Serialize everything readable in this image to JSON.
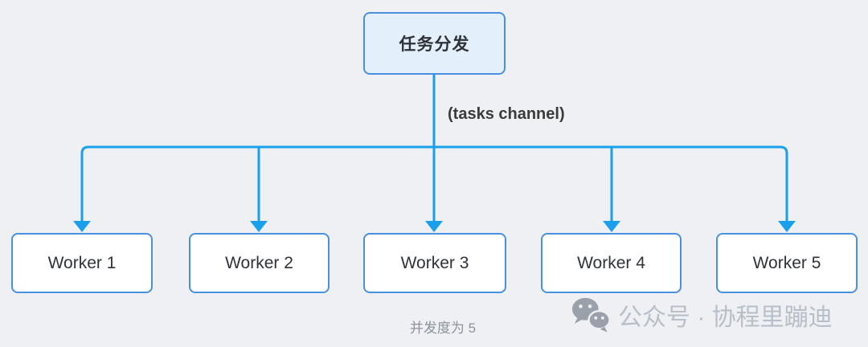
{
  "diagram": {
    "root_label": "任务分发",
    "channel_label": "(tasks channel)",
    "workers": [
      "Worker 1",
      "Worker 2",
      "Worker 3",
      "Worker 4",
      "Worker 5"
    ],
    "caption": "并发度为 5"
  },
  "watermark": {
    "icon": "wechat-icon",
    "text": "公众号 · 协程里蹦迪"
  },
  "colors": {
    "background": "#eef0f4",
    "connector": "#1a9fec",
    "node_border": "#4a90e0",
    "root_fill": "#e3effb",
    "worker_fill": "#ffffff",
    "node_text": "#2f3237",
    "label_text": "#3b3b3b",
    "caption_text": "#8d929c",
    "watermark_text": "#b9bfc8",
    "watermark_icon": "#9ba1aa"
  }
}
